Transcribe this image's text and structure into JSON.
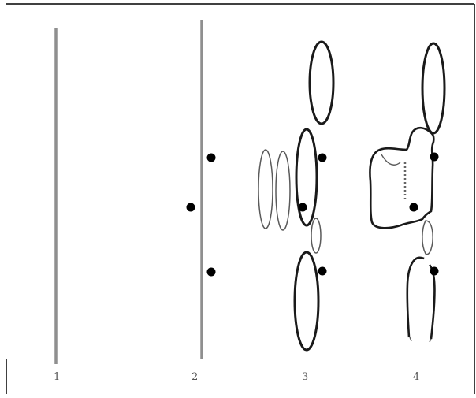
{
  "figure": {
    "panels": [
      {
        "label": "1"
      },
      {
        "label": "2"
      },
      {
        "label": "3"
      },
      {
        "label": "4"
      }
    ]
  },
  "colors": {
    "stem": "#8f8f8f",
    "outline": "#1a1a1a",
    "thin_outline": "#5a5a5a",
    "dot": "#000000",
    "frame": "#000000"
  }
}
